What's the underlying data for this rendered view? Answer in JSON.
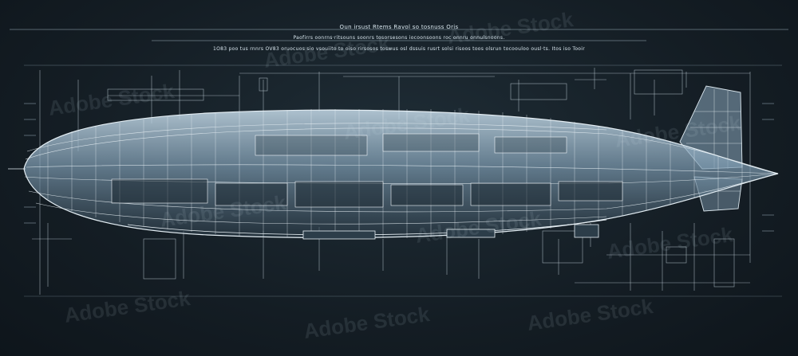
{
  "header": {
    "line1": "Oun irsust Rtems Ravol so tosnuss Oris",
    "line2": "Paofirrs oonrns·ritsouns soonrs tosorsesons iocoonsoons roc onnru onnulsnoons.",
    "line3": "1O83 poo tus rnnrs OV83 oruocuos sio vsouiito to oiso rirsosos toswus osl dssuis rusrt solsi risoos toos olsrun tocoouloo ousl·ts. Itos iso Tooir"
  },
  "side_id": "1073877991",
  "watermark": {
    "text": "Adobe Stock"
  },
  "colors": {
    "background": "#141d24",
    "line": "#c7d6df",
    "hull": "#8fb3cc"
  }
}
